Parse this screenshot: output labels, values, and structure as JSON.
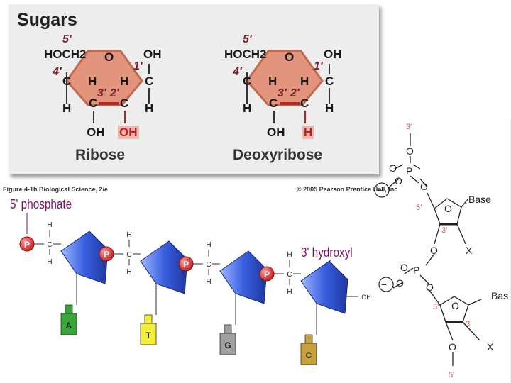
{
  "sugars_panel": {
    "title": "Sugars",
    "molecules": [
      {
        "name": "Ribose",
        "atoms": {
          "hoch2": "HOCH2",
          "ring_o": "O",
          "oh_top": "OH",
          "c4": "C",
          "c1": "C",
          "h4": "H",
          "h1": "H",
          "h3_up": "H",
          "h2_up": "H",
          "c3": "C",
          "c2": "C",
          "oh3": "OH",
          "sub2": "OH"
        },
        "numbers": {
          "n5": "5′",
          "n4": "4′",
          "n1": "1′",
          "n3": "3′",
          "n2": "2′"
        }
      },
      {
        "name": "Deoxyribose",
        "atoms": {
          "hoch2": "HOCH2",
          "ring_o": "O",
          "oh_top": "OH",
          "c4": "C",
          "c1": "C",
          "h4": "H",
          "h1": "H",
          "h3_up": "H",
          "h2_up": "H",
          "c3": "C",
          "c2": "C",
          "oh3": "OH",
          "sub2": "H"
        },
        "numbers": {
          "n5": "5′",
          "n4": "4′",
          "n1": "1′",
          "n3": "3′",
          "n2": "2′"
        }
      }
    ],
    "caption_left": "Figure 4-1b  Biological Science, 2/e",
    "caption_right": "© 2005 Pearson Prentice Hall, Inc"
  },
  "strand": {
    "label_5p": "5' phosphate",
    "label_3p": "3' hydroxyl",
    "phosphate_symbol": "P",
    "c_symbol": "C",
    "h_symbol": "H",
    "oh_label": "OH",
    "bases": [
      {
        "letter": "A",
        "color": "#3aa63a"
      },
      {
        "letter": "T",
        "color": "#f2ee3a"
      },
      {
        "letter": "G",
        "color": "#a0a0a0"
      },
      {
        "letter": "C",
        "color": "#c8a13a"
      }
    ],
    "sugar_color": "#4a6fe0",
    "phosphate_color": "#e03c3c"
  },
  "backbone": {
    "label_3p_top": "3'",
    "label_5p_1": "5'",
    "label_3p_1": "3'",
    "label_5p_2": "5'",
    "label_3p_2": "3'",
    "label_5p_bottom": "5'",
    "o": "O",
    "p": "P",
    "minus": "−",
    "base1": "Base",
    "base2": "Bas",
    "x": "X"
  }
}
